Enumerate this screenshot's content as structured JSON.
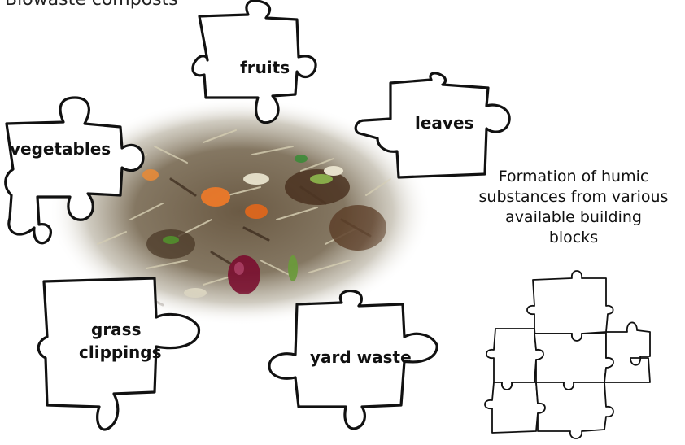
{
  "title": "Biowaste composts",
  "pieces": [
    {
      "id": "fruits",
      "label_lines": [
        "fruits"
      ]
    },
    {
      "id": "leaves",
      "label_lines": [
        "leaves"
      ]
    },
    {
      "id": "vegetables",
      "label_lines": [
        "vegetables"
      ]
    },
    {
      "id": "grass",
      "label_lines": [
        "grass",
        "clippings"
      ]
    },
    {
      "id": "yard",
      "label_lines": [
        "yard waste"
      ]
    }
  ],
  "caption_lines": [
    "Formation of humic",
    "substances from various",
    "available building",
    "blocks"
  ],
  "colors": {
    "outline": "#111111",
    "compost_dark": "#5a4632",
    "compost_mid": "#8a7b62",
    "orange": "#e8782a",
    "purple": "#7a1030",
    "green": "#6a9a3a"
  },
  "icons": [
    "compost-photo",
    "assembled-puzzle-icon"
  ]
}
